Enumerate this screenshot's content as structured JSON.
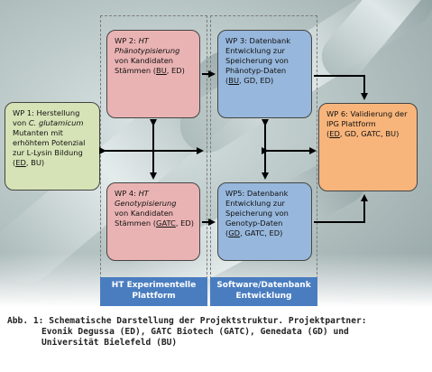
{
  "wp1": {
    "title": "WP 1: Herstellung von",
    "italic": "C. glutamicum",
    "rest": "Mutanten mit erhöhtem Potenzial zur L-Lysin Bildung",
    "partners_pre": "(",
    "partner1": "ED",
    "partners_post": ", BU)"
  },
  "wp2": {
    "title": "WP 2:",
    "italic1": "HT",
    "italic2": "Phänotypisierung",
    "rest": "von Kandidaten Stämmen (",
    "partner1": "BU",
    "partners_post": ", ED)"
  },
  "wp3": {
    "text": "WP 3: Datenbank Entwicklung zur Speicherung von Phänotyp-Daten",
    "partners_pre": "(",
    "partner1": "BU",
    "partners_post": ", GD, ED)"
  },
  "wp4": {
    "title": "WP 4:",
    "italic1": "HT",
    "italic2": "Genotypisierung",
    "rest": "von Kandidaten Stämmen (",
    "partner1": "GATC",
    "partners_post": ", ED)"
  },
  "wp5": {
    "text": "WP5: Datenbank Entwicklung zur Speicherung von Genotyp-Daten",
    "partners_pre": "(",
    "partner1": "GD",
    "partners_post": ", GATC, ED)"
  },
  "wp6": {
    "text": "WP 6: Validierung der IPG Plattform",
    "partners_pre": "(",
    "partner1": "ED",
    "partners_post": ", GD, GATC, BU)"
  },
  "columns": {
    "left": "HT Experimentelle Plattform",
    "right": "Software/Datenbank Entwicklung"
  },
  "caption": {
    "line1": "Abb. 1: Schematische Darstellung der Projektstruktur. Projektpartner:",
    "line2": "Evonik Degussa (ED), GATC Biotech (GATC), Genedata (GD) und",
    "line3": "Universität Bielefeld (BU)"
  },
  "colors": {
    "pink": "#eab3b3",
    "blue": "#97b7dc",
    "green": "#d6e3b7",
    "orange": "#f8b57b",
    "label_blue": "#4a7dc0"
  }
}
